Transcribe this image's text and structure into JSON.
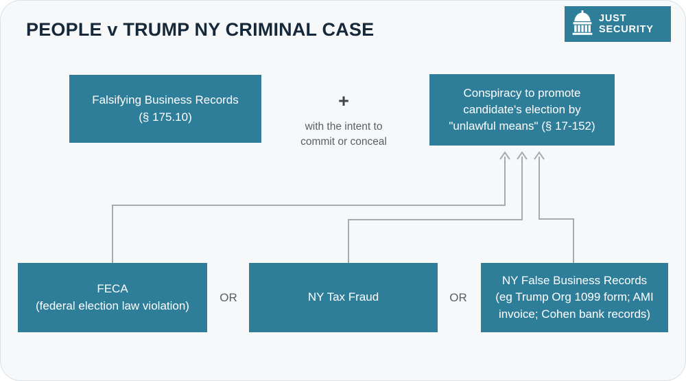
{
  "title": "PEOPLE v TRUMP NY CRIMINAL CASE",
  "logo": {
    "line1": "JUST",
    "line2": "SECURITY",
    "icon": "capitol-icon"
  },
  "boxes": {
    "falsifying": {
      "text": "Falsifying Business Records\n(§ 175.10)"
    },
    "conspiracy": {
      "text": "Conspiracy to promote\ncandidate's election by\n\"unlawful means\" (§ 17-152)"
    },
    "feca": {
      "text": "FECA\n(federal election law violation)"
    },
    "tax_fraud": {
      "text": "NY Tax Fraud"
    },
    "false_records": {
      "text": "NY False Business Records\n(eg Trump Org 1099 form; AMI\ninvoice; Cohen bank records)"
    }
  },
  "labels": {
    "plus": "+",
    "intent": "with the intent to\ncommit or conceal",
    "or1": "OR",
    "or2": "OR"
  },
  "colors": {
    "teal": "#2e7d99",
    "card_background": "#f7f8f9",
    "card_border": "#d9e2e8",
    "title_text": "#15293a",
    "gray_text": "#595f64",
    "connector": "#a8aaac",
    "box_text": "#ffffff"
  }
}
